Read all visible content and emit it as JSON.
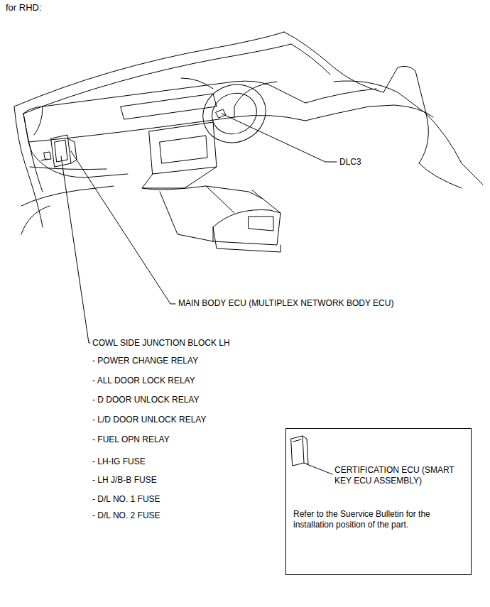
{
  "diagram": {
    "title": "for RHD:",
    "nodes": [
      {
        "text": [
          "CERTIFICATION ECU (SMART KEY ECU ASSEMBLY)",
          "Refer to the Suervice Bulletin for the installation position of the part."
        ]
      }
    ],
    "labels": [
      "DLC3",
      "MAIN BODY ECU (MULTIPLEX NETWORK BODY ECU)",
      "COWL SIDE JUNCTION BLOCK LH",
      "- POWER CHANGE RELAY",
      "- ALL DOOR LOCK RELAY",
      "- D DOOR UNLOCK RELAY",
      "- L/D DOOR UNLOCK RELAY",
      "- FUEL OPN RELAY",
      "- LH-IG FUSE",
      "- LH J/B-B FUSE",
      "- D/L NO. 1 FUSE",
      "- D/L NO. 2 FUSE"
    ]
  }
}
